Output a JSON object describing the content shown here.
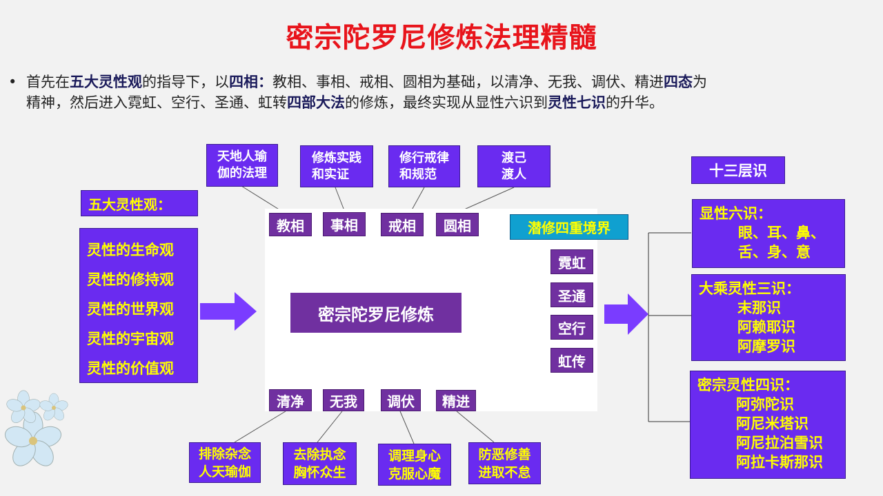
{
  "title": "密宗陀罗尼修炼法理精髓",
  "intro": {
    "segments_line1": [
      {
        "t": "首先在",
        "b": false
      },
      {
        "t": "五大灵性观",
        "b": true
      },
      {
        "t": "的指导下，以",
        "b": false
      },
      {
        "t": "四相：",
        "b": true
      },
      {
        "t": "教相、事相、戒相、圆相为基础，以清净、无我、调伏、精进",
        "b": false
      },
      {
        "t": "四态",
        "b": true
      },
      {
        "t": "为",
        "b": false
      }
    ],
    "segments_line2": [
      {
        "t": "精神，然后进入霓虹、空行、圣通、虹转",
        "b": false
      },
      {
        "t": "四部大法",
        "b": true
      },
      {
        "t": "的修炼，最终实现从显性六识到",
        "b": false
      },
      {
        "t": "灵性七识",
        "b": true
      },
      {
        "t": "的升华。",
        "b": false
      }
    ]
  },
  "wuda": {
    "heading": "五大灵性观：",
    "items": [
      "灵性的生命观",
      "灵性的修持观",
      "灵性的世界观",
      "灵性的宇宙观",
      "灵性的价值观"
    ]
  },
  "four_xiang": [
    "教相",
    "事相",
    "戒相",
    "圆相"
  ],
  "four_xiang_notes": [
    "天地人瑜伽的法理",
    "修炼实践和实证",
    "修行戒律和规范",
    "渡己渡人"
  ],
  "four_xiang_notes_lines": [
    [
      "天地人瑜",
      "伽的法理"
    ],
    [
      "修炼实践",
      "和实证"
    ],
    [
      "修行戒律",
      "和规范"
    ],
    [
      "渡己",
      "渡人"
    ]
  ],
  "core": "密宗陀罗尼修炼",
  "four_tai": [
    "清净",
    "无我",
    "调伏",
    "精进"
  ],
  "four_tai_notes_lines": [
    [
      "排除杂念",
      "人天瑜伽"
    ],
    [
      "去除执念",
      "胸怀众生"
    ],
    [
      "调理身心",
      "克服心魔"
    ],
    [
      "防恶修善",
      "进取不怠"
    ]
  ],
  "qianxiu": {
    "heading": "潜修四重境界",
    "items": [
      "霓虹",
      "圣通",
      "空行",
      "虹传"
    ]
  },
  "shisan": {
    "heading": "十三层识",
    "groups": [
      {
        "heading": "显性六识：",
        "items": [
          "眼、耳、鼻、",
          "舌、身、意"
        ]
      },
      {
        "heading": "大乘灵性三识：",
        "items": [
          "末那识",
          "阿赖耶识",
          "阿摩罗识"
        ]
      },
      {
        "heading": "密宗灵性四识：",
        "items": [
          "阿弥陀识",
          "阿尼米塔识",
          "阿尼拉泊雪识",
          "阿拉卡斯那识"
        ]
      }
    ]
  },
  "colors": {
    "title": "#e8141b",
    "purple_box": "#6a2bf0",
    "core": "#7030a0",
    "arrow_big": "#7a3cff",
    "arrow_small": "#5b9bd5",
    "teal": "#10a0d0",
    "note_text": "#ffff00"
  },
  "decor": {
    "flower": "flower-icon"
  }
}
